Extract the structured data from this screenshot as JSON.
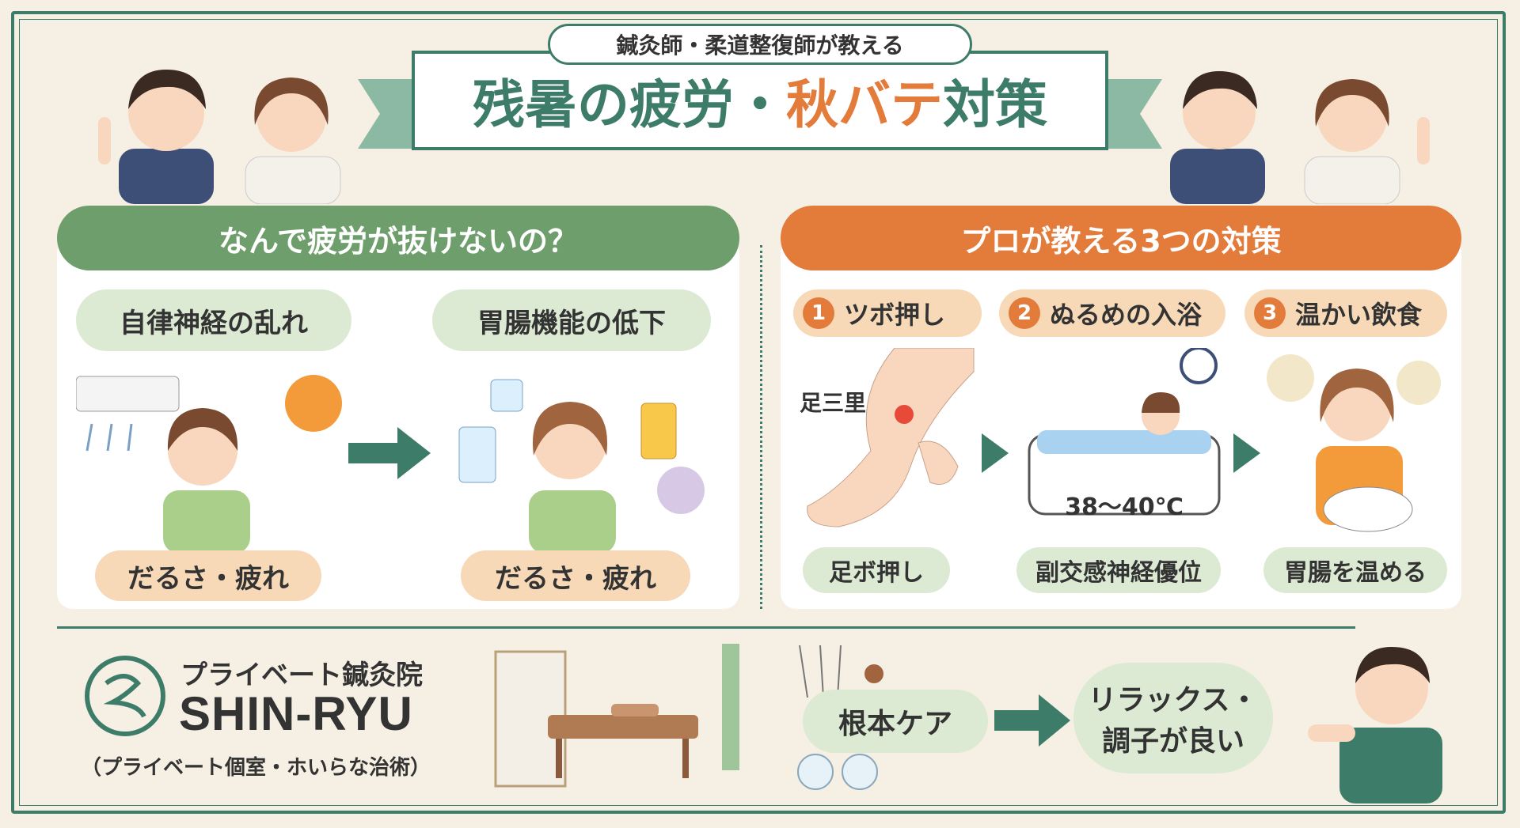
{
  "header": {
    "subtitle": "鍼灸師・柔道整復師が教える",
    "title_part1": "残暑の疲労・",
    "title_part2": "秋バテ",
    "title_part3": "対策"
  },
  "cause_section": {
    "title": "なんで疲労が抜けないの？",
    "cause1": {
      "label": "自律神経の乱れ",
      "result": "だるさ・疲れ"
    },
    "cause2": {
      "label": "胃腸機能の低下",
      "result": "だるさ・疲れ"
    }
  },
  "measures_section": {
    "title": "プロが教える3つの対策",
    "items": [
      {
        "number": "1",
        "label": "ツボ押し",
        "callout": "足三里",
        "result": "足ボ押し"
      },
      {
        "number": "2",
        "label": "ぬるめの入浴",
        "callout": "38〜40℃",
        "result": "副交感神経優位"
      },
      {
        "number": "3",
        "label": "温かい飲食",
        "result": "胃腸を温める"
      }
    ]
  },
  "clinic": {
    "name_jp": "プライベート鍼灸院",
    "name_en": "SHIN-RYU",
    "tagline": "（プライベート個室・ホいらな治術）",
    "care_label": "根本ケア",
    "result_line1": "リラックス・",
    "result_line2": "調子が良い"
  },
  "colors": {
    "green": "#3e7c6a",
    "header_green": "#6e9e6b",
    "orange": "#e37b3a",
    "pill_green": "#dcead4",
    "pill_peach": "#f7d9b8",
    "background": "#f6efe3"
  }
}
